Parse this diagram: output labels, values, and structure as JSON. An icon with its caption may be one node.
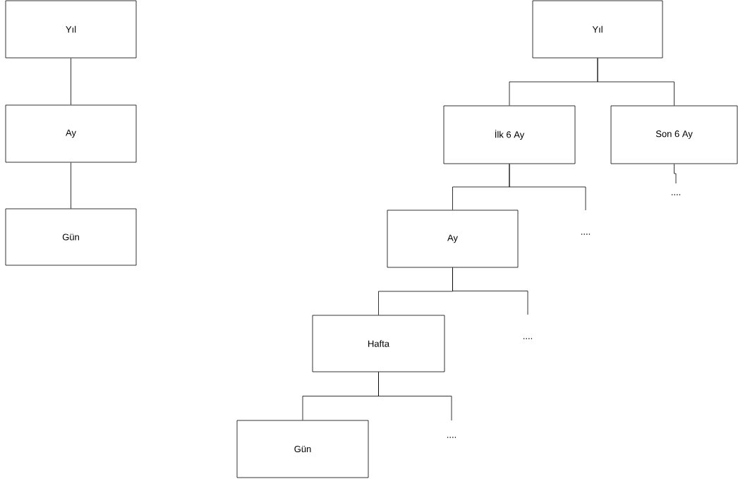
{
  "diagram": {
    "nodes": [
      {
        "text": [
          "Yıl"
        ]
      },
      {
        "text": [
          "Ay"
        ]
      },
      {
        "text": [
          "Gün"
        ]
      },
      {
        "text": [
          "Yıl"
        ]
      },
      {
        "text": [
          "İlk 6 Ay"
        ]
      },
      {
        "text": [
          "Son 6 Ay"
        ]
      },
      {
        "text": [
          "...."
        ]
      },
      {
        "text": [
          "Ay"
        ]
      },
      {
        "text": [
          "...."
        ]
      },
      {
        "text": [
          "Hafta"
        ]
      },
      {
        "text": [
          "...."
        ]
      },
      {
        "text": [
          "Gün"
        ]
      },
      {
        "text": [
          "...."
        ]
      }
    ],
    "edges": [
      {
        "from": 0,
        "to": 1,
        "arrow": "none"
      },
      {
        "from": 1,
        "to": 2,
        "arrow": "none"
      },
      {
        "from": 3,
        "to": 4,
        "arrow": "none"
      },
      {
        "from": 3,
        "to": 5,
        "arrow": "none"
      },
      {
        "from": 5,
        "to": 6,
        "arrow": "none"
      },
      {
        "from": 4,
        "to": 7,
        "arrow": "none"
      },
      {
        "from": 4,
        "to": 8,
        "arrow": "none"
      },
      {
        "from": 7,
        "to": 9,
        "arrow": "none"
      },
      {
        "from": 7,
        "to": 10,
        "arrow": "none"
      },
      {
        "from": 9,
        "to": 11,
        "arrow": "none"
      },
      {
        "from": 9,
        "to": 12,
        "arrow": "none"
      }
    ]
  }
}
